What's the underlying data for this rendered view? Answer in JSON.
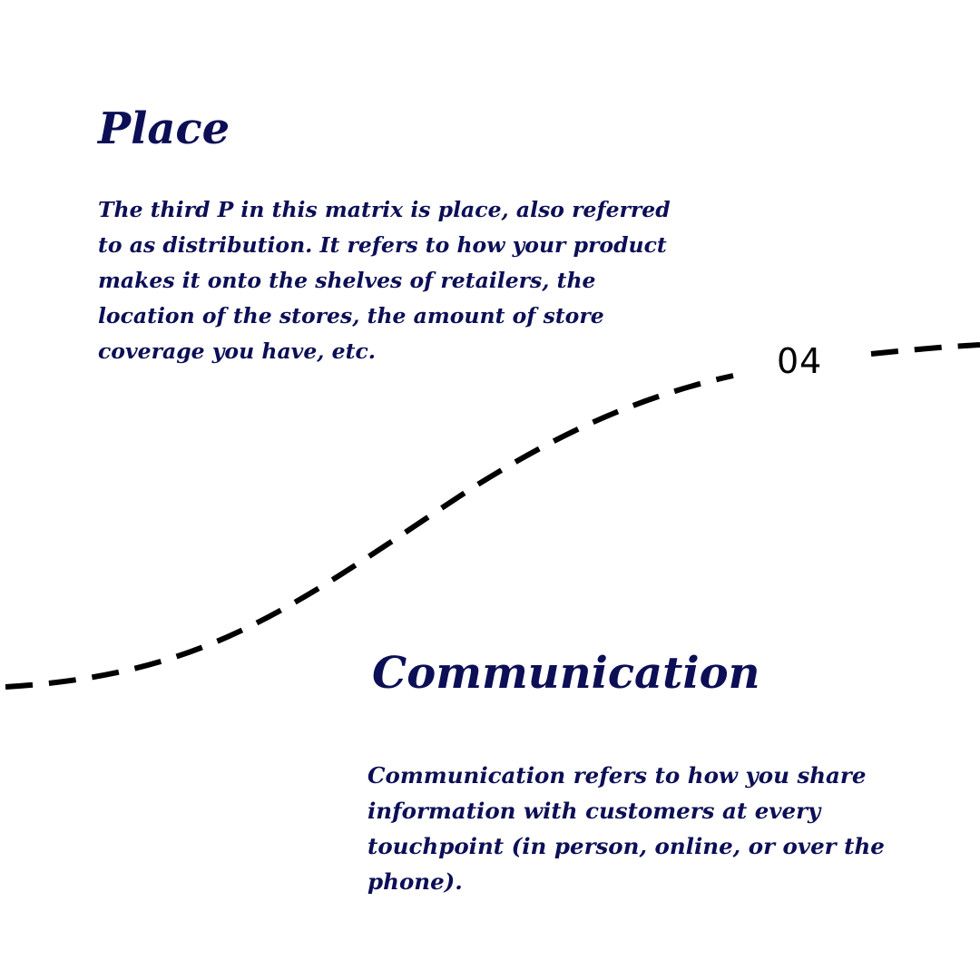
{
  "sections": [
    {
      "heading": "Place",
      "body": "The third P in this matrix is place, also referred to as distribution. It refers to how your product makes it onto the shelves of retailers, the location of the stores, the amount of store coverage you have, etc."
    },
    {
      "heading": "Communication",
      "body": "Communication refers to how you share information with customers at every touchpoint (in person, online, or over the phone)."
    }
  ],
  "step_number": "04",
  "colors": {
    "text": "#0c0f56",
    "path": "#000000",
    "background": "#ffffff"
  }
}
